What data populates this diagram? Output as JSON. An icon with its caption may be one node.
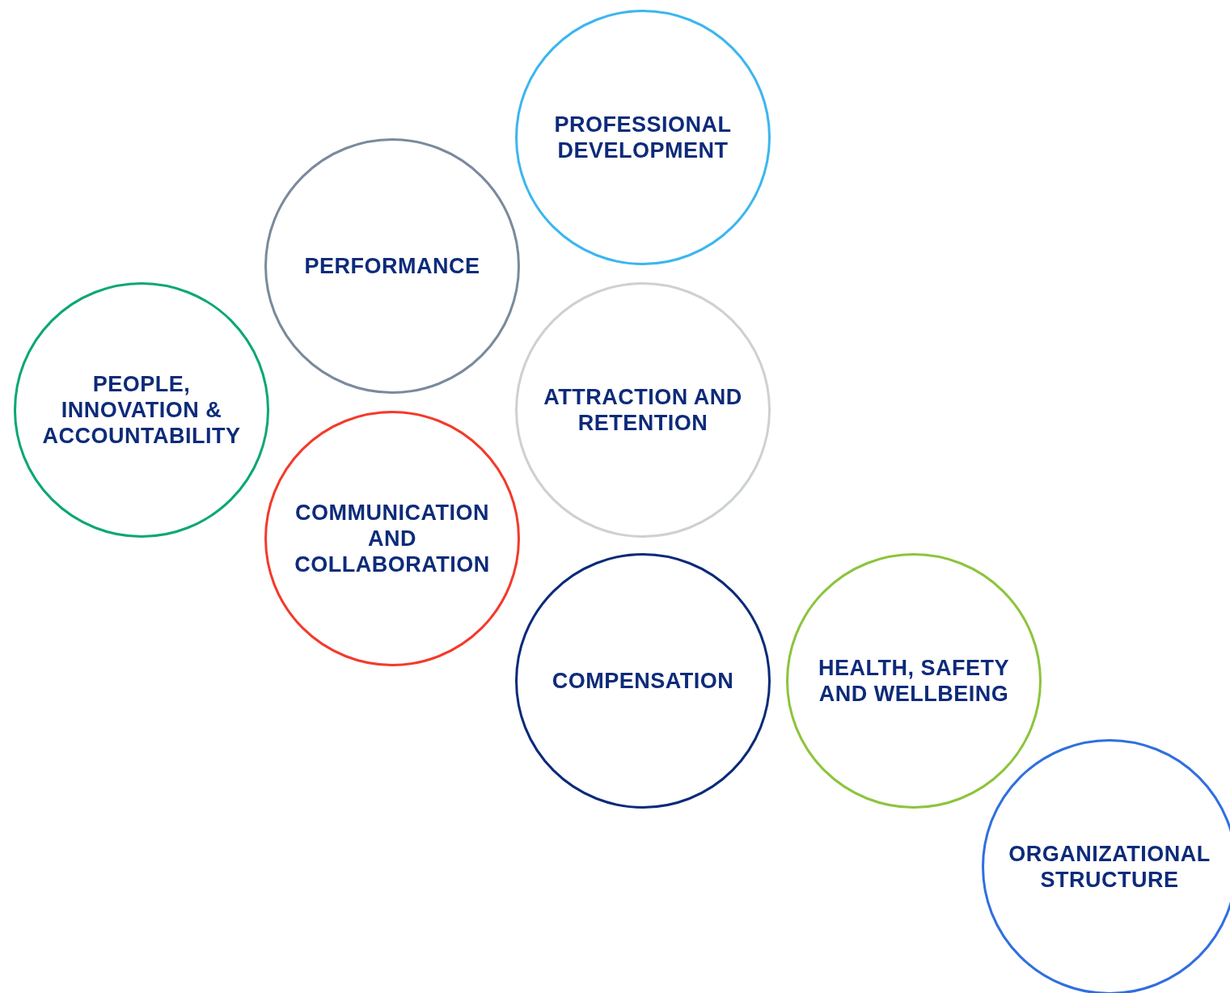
{
  "diagram": {
    "nodes": [
      {
        "text": [
          "PROFESSIONAL DEVELOPMENT"
        ]
      },
      {
        "text": [
          "PERFORMANCE"
        ]
      },
      {
        "text": [
          "PEOPLE, INNOVATION & ACCOUNTABILITY"
        ]
      },
      {
        "text": [
          "ATTRACTION AND RETENTION"
        ]
      },
      {
        "text": [
          "COMMUNICATION AND COLLABORATION"
        ]
      },
      {
        "text": [
          "COMPENSATION"
        ]
      },
      {
        "text": [
          "HEALTH, SAFETY AND WELLBEING"
        ]
      },
      {
        "text": [
          "ORGANIZATIONAL STRUCTURE"
        ]
      }
    ],
    "edges": []
  }
}
